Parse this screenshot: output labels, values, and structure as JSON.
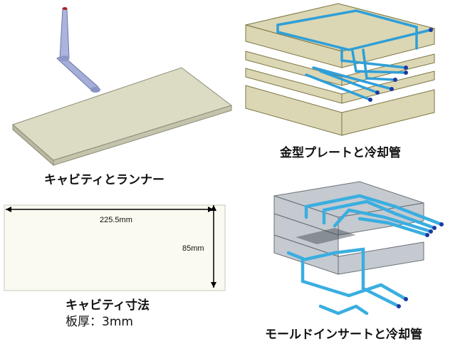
{
  "captions": {
    "cavity_runner": "キャビティとランナー",
    "mold_plate": "金型プレートと冷却管",
    "cavity_dims": "キャビティ寸法",
    "thickness": "板厚：3mm",
    "mold_insert": "モールドインサートと冷却管"
  },
  "dimensions": {
    "width": "225.5mm",
    "height": "85mm"
  },
  "colors": {
    "cavity": "#d8d8c0",
    "runner": "#9aa8d8",
    "plate": "#a8a060",
    "pipe": "#3aa8e0",
    "insert": "#9aa0aa"
  }
}
